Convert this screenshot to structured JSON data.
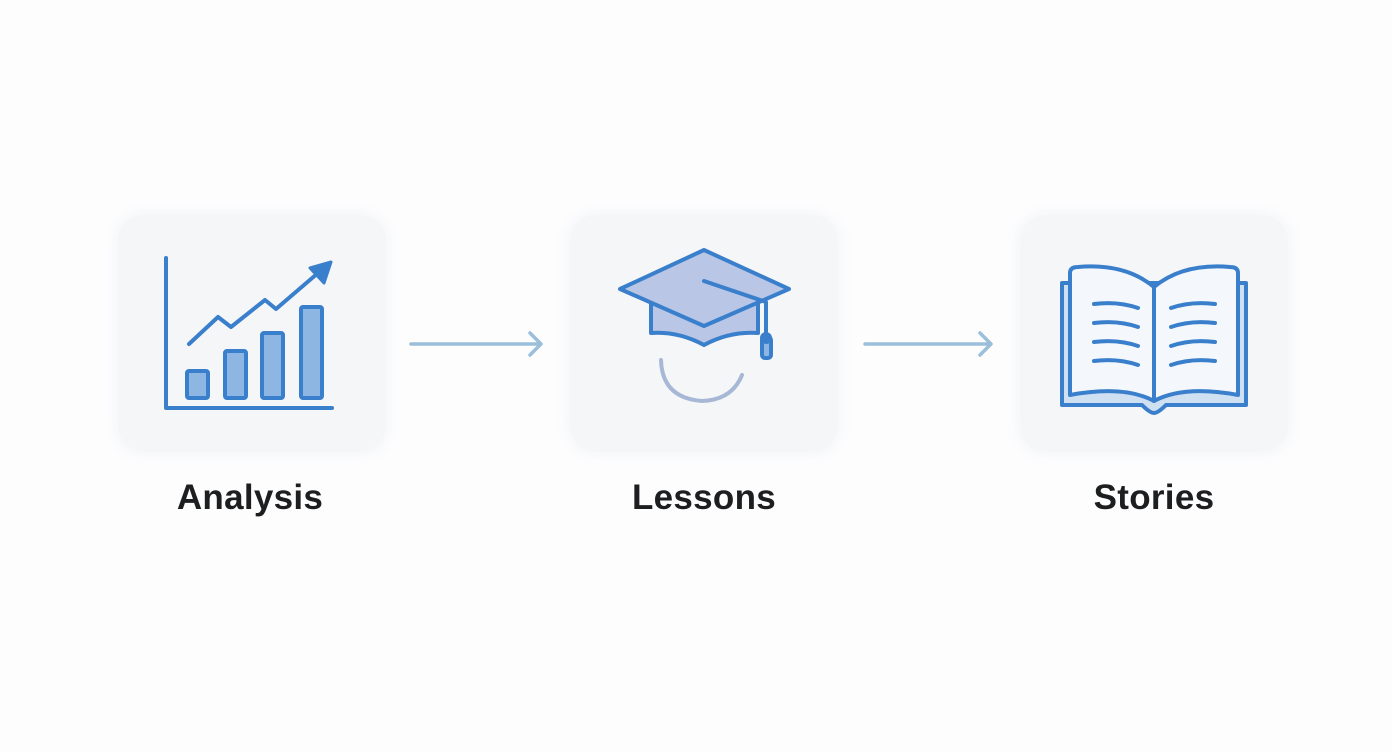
{
  "diagram": {
    "type": "flow",
    "colors": {
      "stroke": "#3a7fcc",
      "fill": "#8db6e3",
      "cap_fill": "#b9c6e6",
      "smile": "#a7b8d6",
      "arrow": "#9bbedb",
      "tile_bg": "#f5f6f8",
      "label": "#1d1e20"
    },
    "steps": [
      {
        "id": "analysis",
        "label": "Analysis",
        "icon": "bar-chart-trend-icon"
      },
      {
        "id": "lessons",
        "label": "Lessons",
        "icon": "graduation-cap-icon"
      },
      {
        "id": "stories",
        "label": "Stories",
        "icon": "open-book-icon"
      }
    ],
    "connectors": [
      {
        "from": "analysis",
        "to": "lessons",
        "icon": "arrow-right-icon"
      },
      {
        "from": "lessons",
        "to": "stories",
        "icon": "arrow-right-icon"
      }
    ]
  }
}
